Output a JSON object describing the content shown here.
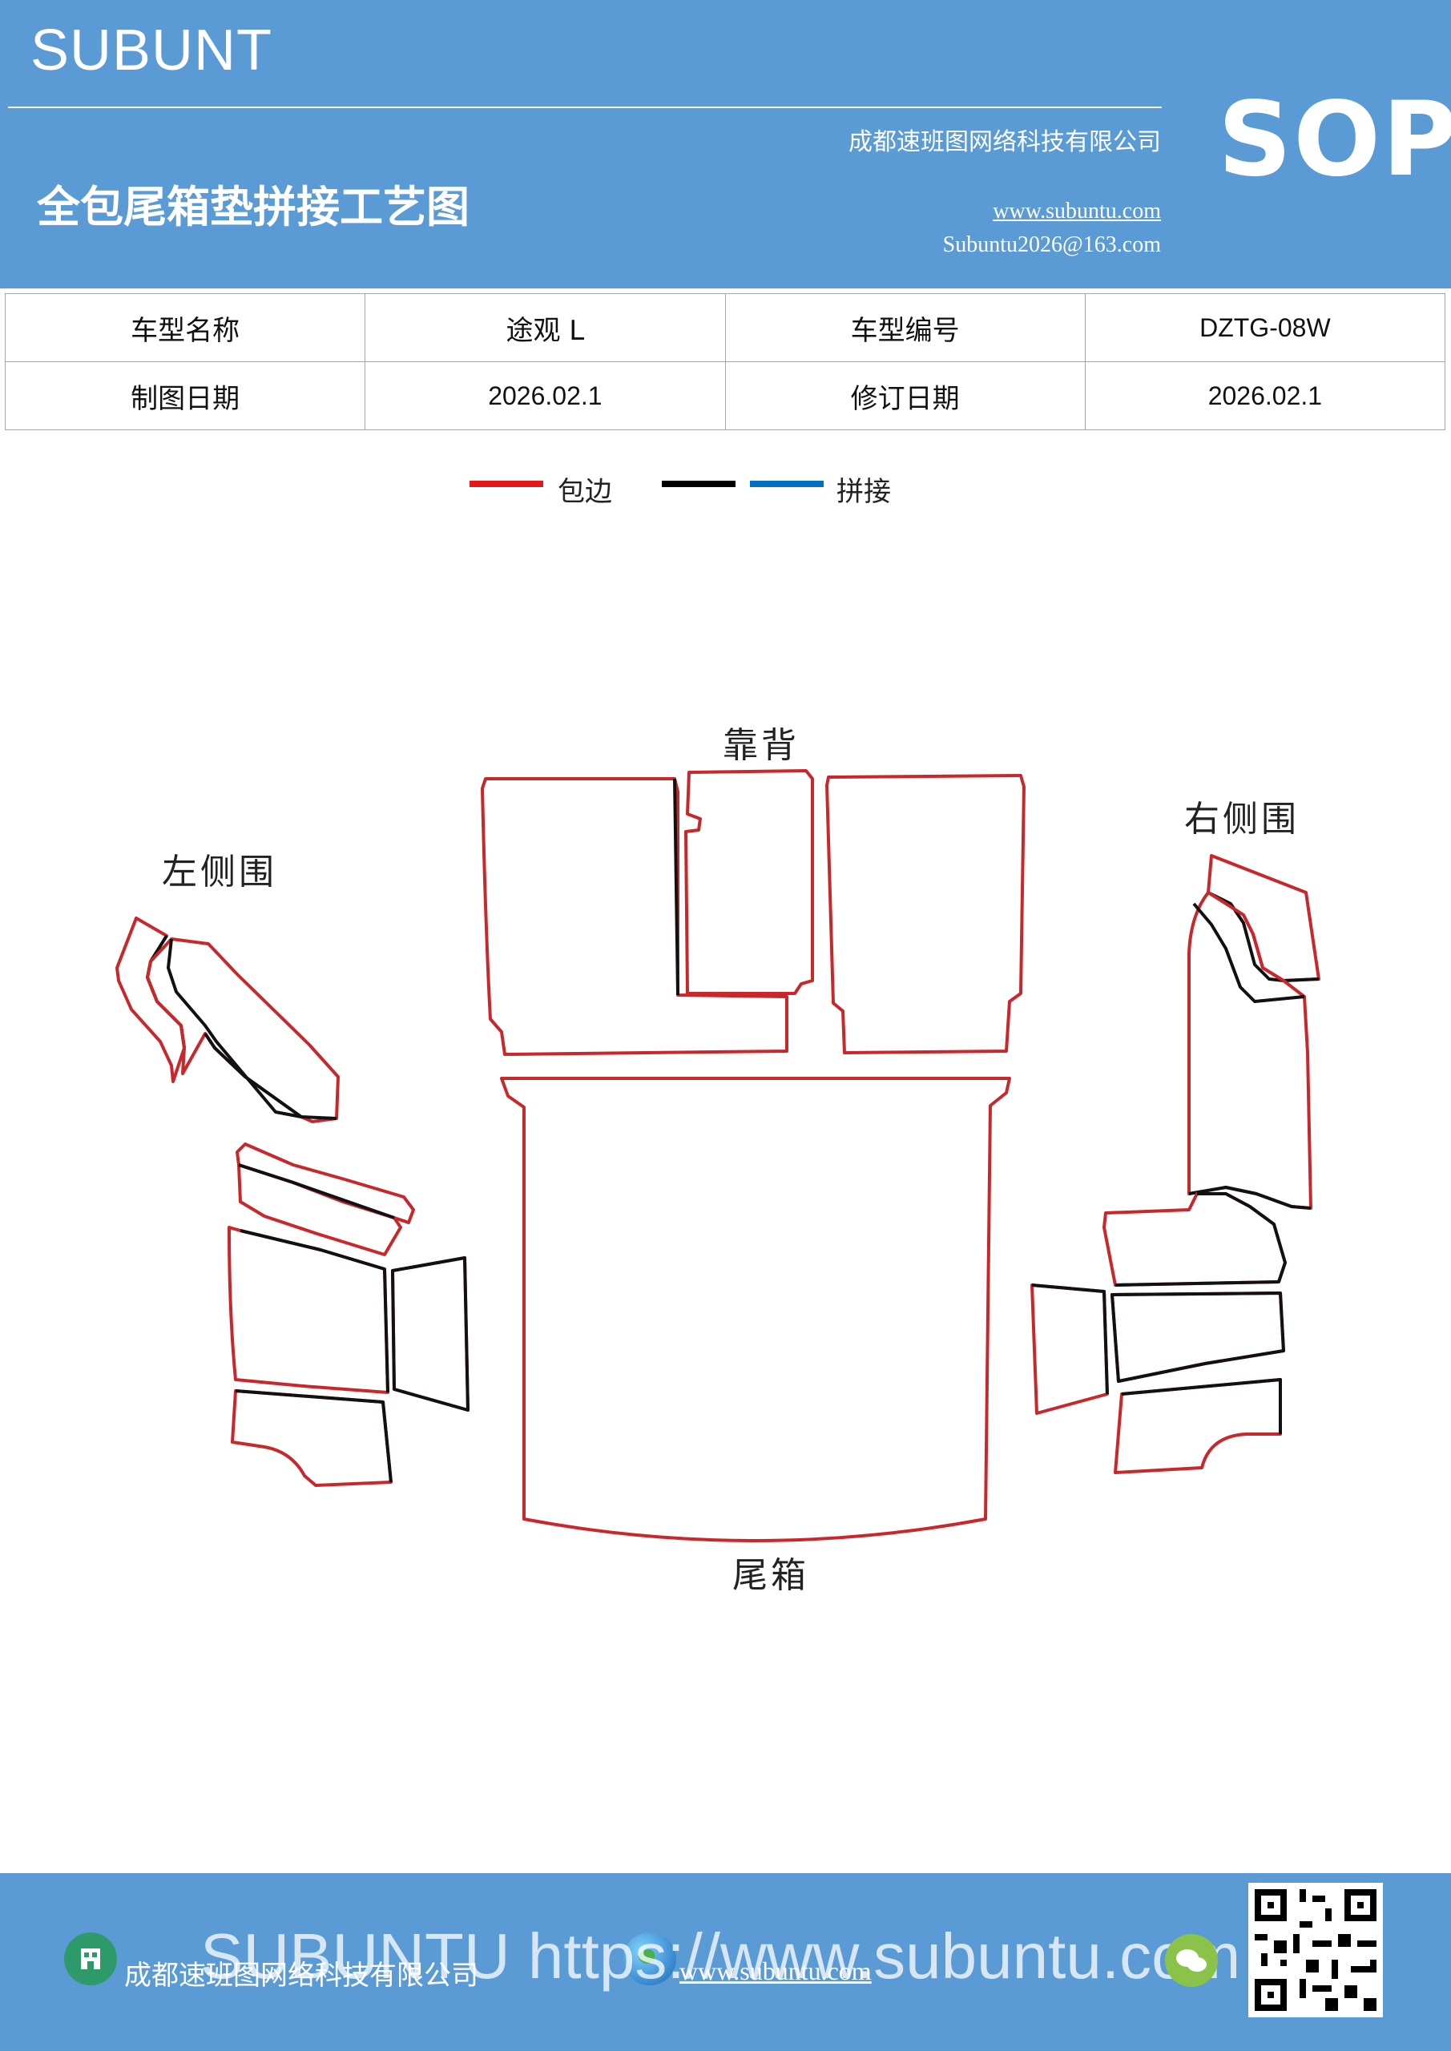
{
  "header": {
    "brand": "SUBUNT",
    "title": "全包尾箱垫拼接工艺图",
    "company": "成都速班图网络科技有限公司",
    "website": "www.subuntu.com",
    "email": "Subuntu2026@163.com",
    "badge": "SOP"
  },
  "info_table": {
    "rows": [
      [
        "车型名称",
        "途观 L",
        "车型编号",
        "DZTG-08W"
      ],
      [
        "制图日期",
        "2026.02.1",
        "修订日期",
        "2026.02.1"
      ]
    ]
  },
  "legend": {
    "items": [
      {
        "label": "包边",
        "color": "#e3171c"
      },
      {
        "label": "",
        "color": "#000000"
      },
      {
        "label": "拼接",
        "color": "#0070c0"
      }
    ]
  },
  "diagram": {
    "labels": {
      "backrest": "靠背",
      "left_side": "左侧围",
      "right_side": "右侧围",
      "trunk": "尾箱"
    },
    "edge_color": "#c8282c",
    "seam_color": "#111111"
  },
  "footer": {
    "company": "成都速班图网络科技有限公司",
    "website": "www.subuntu.com",
    "watermark": "SUBUNTU https://www.subuntu.com",
    "icons": [
      "building-icon",
      "globe-icon",
      "wechat-icon",
      "qr-code"
    ]
  }
}
